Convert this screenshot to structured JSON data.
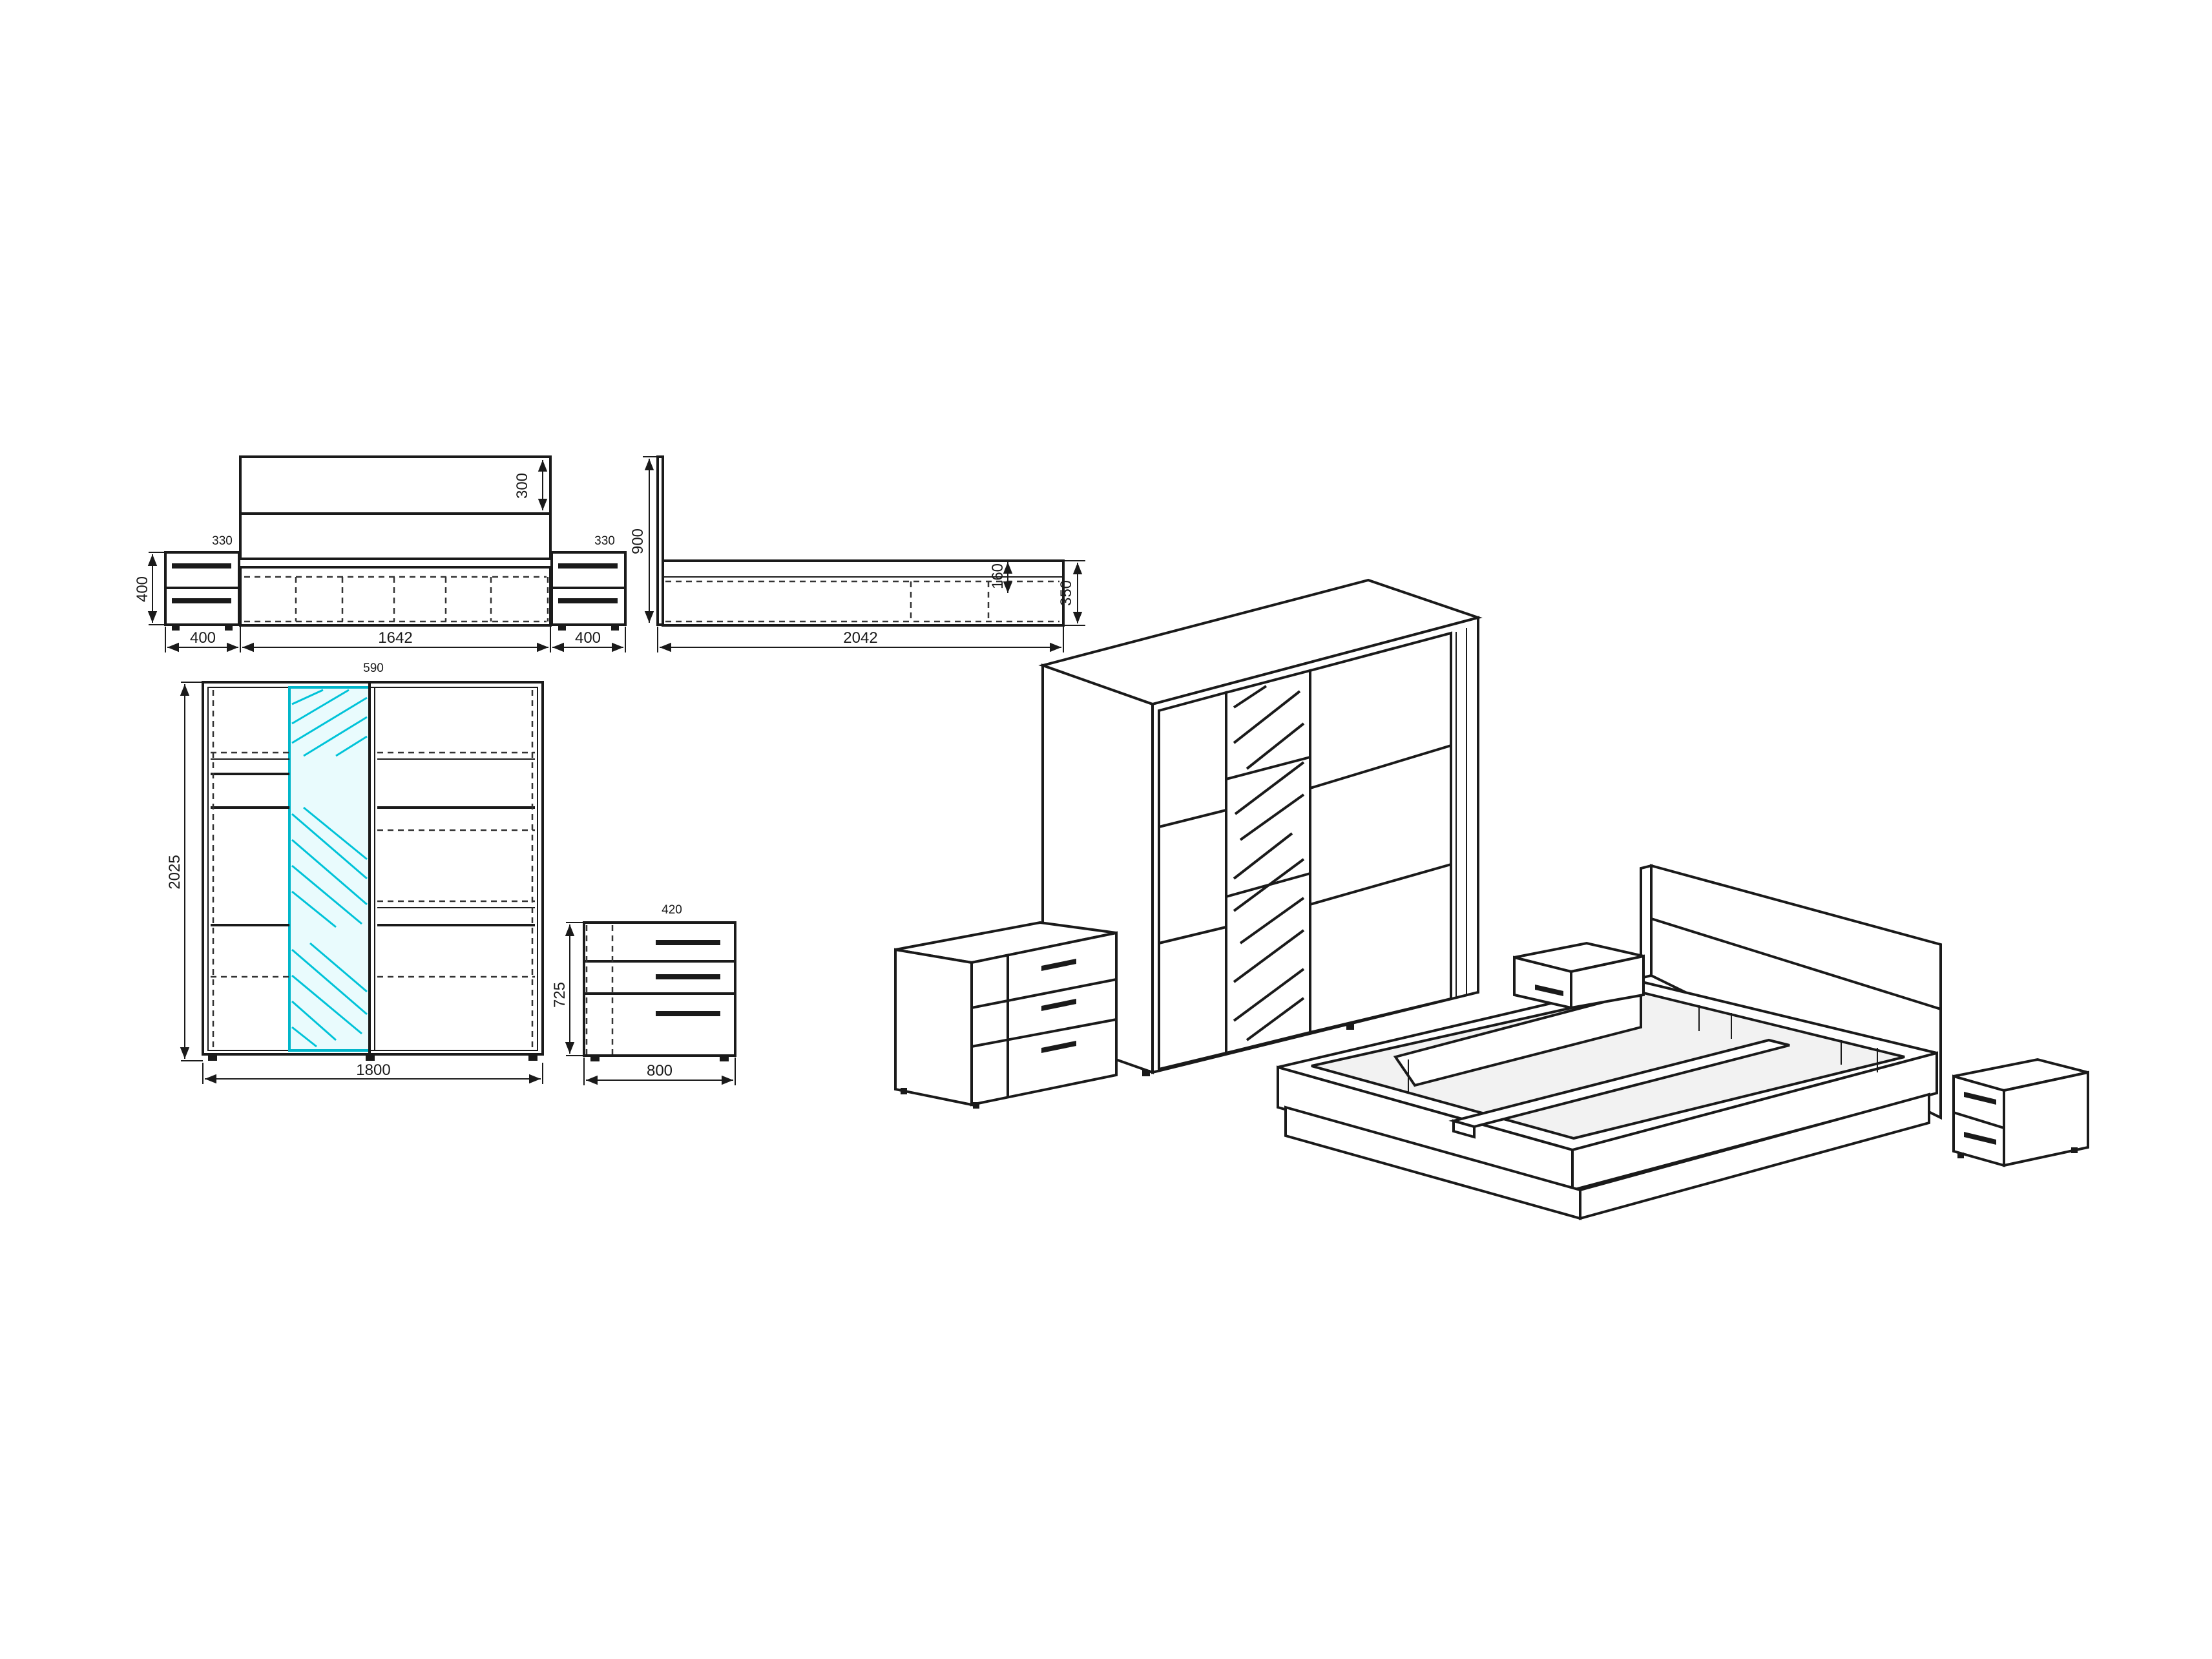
{
  "dimensions": {
    "nightstand_depth_left": "330",
    "nightstand_depth_right": "330",
    "nightstand_height": "400",
    "nightstand_width_left": "400",
    "nightstand_width_right": "400",
    "headboard_panel_height": "300",
    "bed_width": "1642",
    "bed_total_height": "900",
    "bed_frame_height": "160",
    "bed_side_height": "350",
    "bed_length": "2042",
    "wardrobe_depth": "590",
    "wardrobe_height": "2025",
    "wardrobe_width": "1800",
    "dresser_depth": "420",
    "dresser_height": "725",
    "dresser_width": "800"
  },
  "colors": {
    "line": "#1a1a1a",
    "mirror": "#00c3d8",
    "background": "#ffffff"
  }
}
